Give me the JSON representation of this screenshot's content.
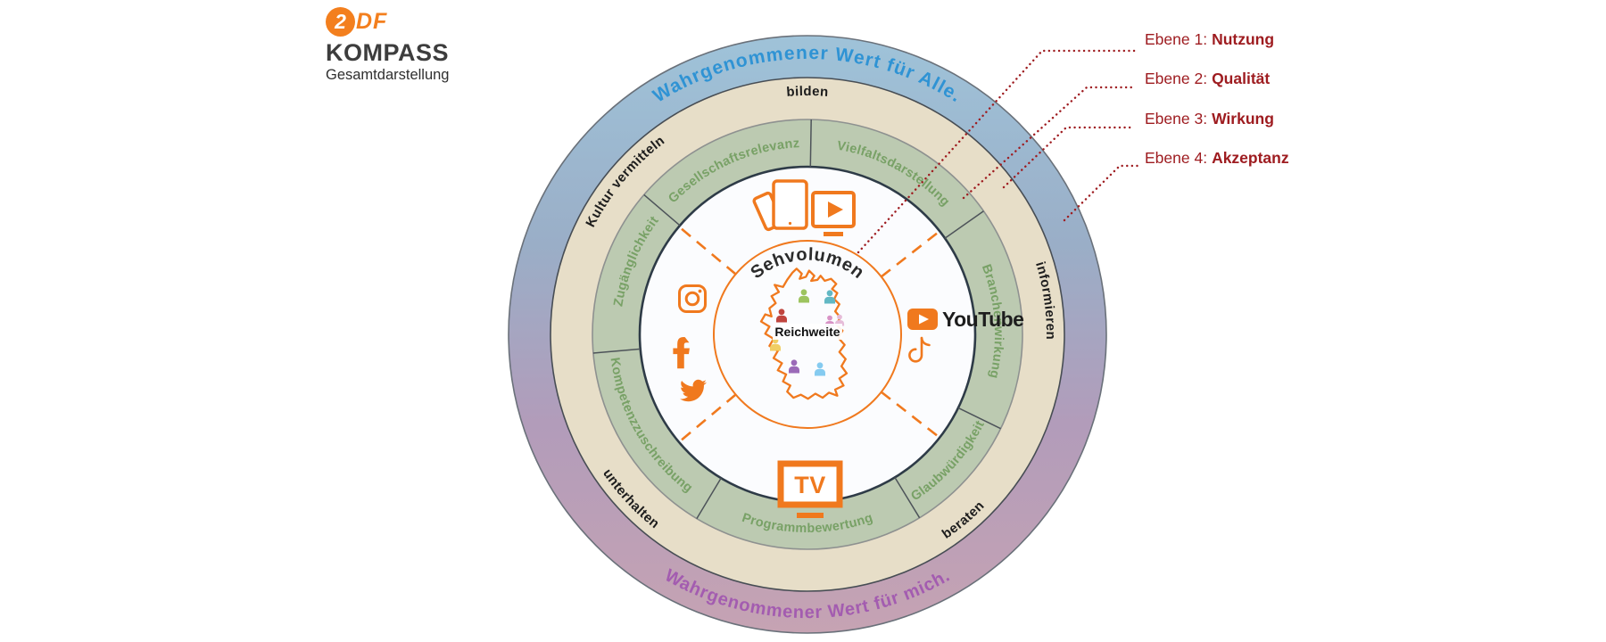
{
  "brand": {
    "logo_numeral": "2",
    "logo_letters": "DF",
    "title": "KOMPASS",
    "subtitle": "Gesamtdarstellung",
    "orange": "#f37f1e"
  },
  "legend": {
    "color": "#9e1c20",
    "items": [
      {
        "prefix": "Ebene 1:",
        "label": "Nutzung"
      },
      {
        "prefix": "Ebene 2:",
        "label": "Qualität"
      },
      {
        "prefix": "Ebene 3:",
        "label": "Wirkung"
      },
      {
        "prefix": "Ebene 4:",
        "label": "Akzeptanz"
      }
    ]
  },
  "rings": {
    "outer": {
      "top_label": "Wahrgenommener Wert für Alle.",
      "bottom_label": "Wahrgenommener Wert für mich.",
      "top_text_color": "#2f93d4",
      "bottom_text_color": "#a35cb0"
    },
    "tan": {
      "bilden": "bilden",
      "kultur_vermitteln": "Kultur vermitteln",
      "informieren": "informieren",
      "unterhalten": "unterhalten",
      "beraten": "beraten"
    },
    "green": {
      "gesellschaftsrelevanz": "Gesellschaftsrelevanz",
      "vielfaltsdarstellung": "Vielfaltsdarstellung",
      "branchenwirkung": "Branchenwirkung",
      "glaubwuerdigkeit": "Glaubwürdigkeit",
      "programmbewertung": "Programmbewertung",
      "kompetenzzuschreibung": "Kompetenzzuschreibung",
      "zugaenglichkeit": "Zugänglichkeit"
    }
  },
  "center": {
    "sehvolumen": "Sehvolumen",
    "reichweite": "Reichweite",
    "youtube_label": "YouTube",
    "tv_label": "TV",
    "persons": [
      {
        "color": "#9dc45f"
      },
      {
        "color": "#62b8c4"
      },
      {
        "color": "#c0453e"
      },
      {
        "color": "#d893c6"
      },
      {
        "color": "#e6bcd9"
      },
      {
        "color": "#f0ce63"
      },
      {
        "color": "#9b6ab8"
      },
      {
        "color": "#85cbf0"
      }
    ]
  }
}
